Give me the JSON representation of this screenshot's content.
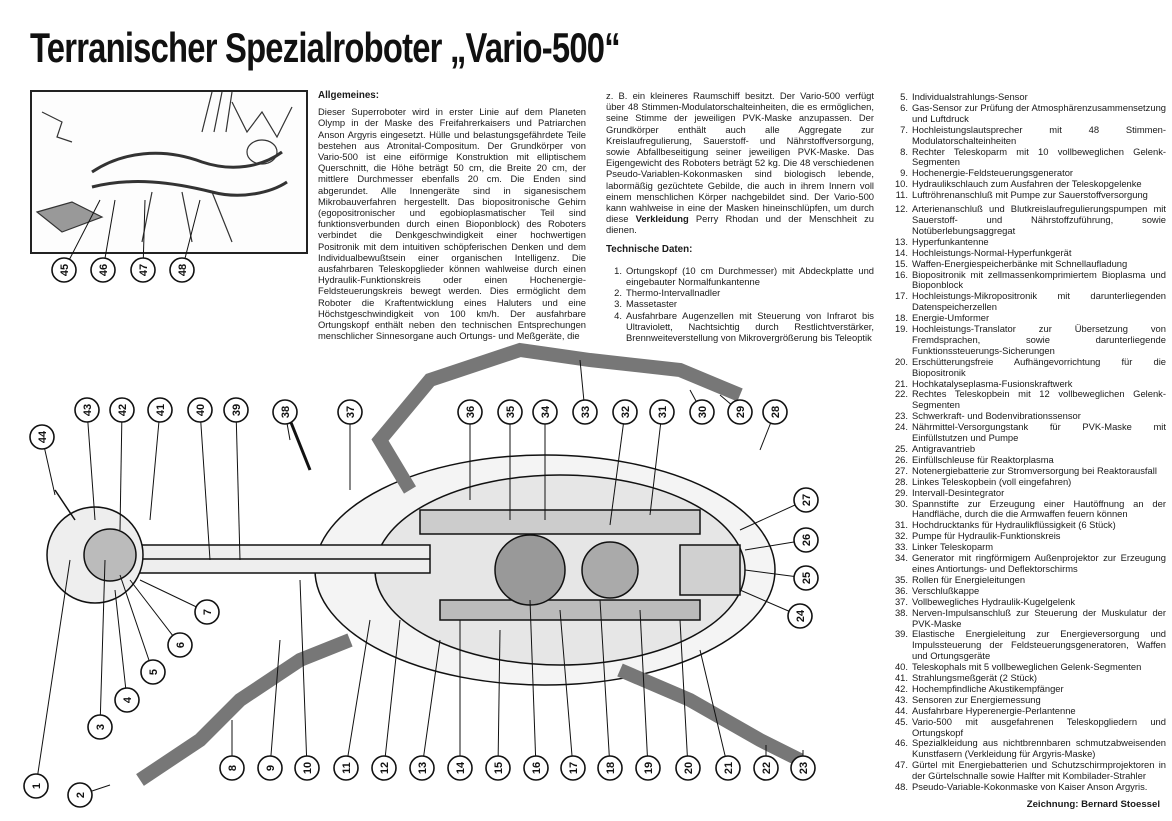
{
  "title": "Terranischer Spezialroboter „Vario-500“",
  "general": {
    "heading": "Allgemeines:",
    "paragraph1": "Dieser Superroboter wird in erster Linie auf dem Planeten Olymp in der Maske des Freifahrerkaisers und Patriarchen Anson Argyris eingesetzt. Hülle und belastungsgefährdete Teile bestehen aus Atronital-Compositum. Der Grundkörper von Vario-500 ist eine eiförmige Konstruktion mit elliptischem Querschnitt, die Höhe beträgt 50 cm, die Breite 20 cm, der mittlere Durchmesser ebenfalls 20 cm. Die Enden sind abgerundet. Alle Innengeräte sind in siganesischem Mikrobauverfahren hergestellt. Das biopositronische Gehirn (egopositronischer und egobioplasmatischer Teil sind funktionsverbunden durch einen Bioponblock) des Roboters verbindet die Denkgeschwindigkeit einer hochwertigen Positronik mit dem intuitiven schöpferischen Denken und dem Individualbewußtsein einer organischen Intelligenz. Die ausfahrbaren Teleskopglieder können wahlweise durch einen Hydraulik-Funktionskreis oder einen Hochenergie-Feldsteuerungskreis bewegt werden. Dies ermöglicht dem Roboter die Kraftentwicklung eines Haluters und eine Höchstgeschwindigkeit von 100 km/h. Der ausfahrbare Ortungskopf enthält neben den technischen Entsprechungen menschlicher Sinnesorgane auch Ortungs- und Meßgeräte, die",
    "paragraph2_start": "z. B. ein kleineres Raumschiff besitzt. Der Vario-500 verfügt über 48 Stimmen-Modulatorschalteinheiten, die es ermöglichen, seine Stimme der jeweiligen PVK-Maske anzupassen. Der Grundkörper enthält auch alle Aggregate zur Kreislaufregulierung, Sauerstoff- und Nährstoffversorgung, sowie Abfallbeseitigung seiner jeweiligen PVK-Maske. Das Eigengewicht des Roboters beträgt 52 kg. Die 48 verschiedenen Pseudo-Variablen-Kokonmasken sind biologisch lebende, labormäßig gezüchtete Gebilde, die auch in ihrem Innern voll einem menschlichen Körper nachgebildet sind. Der Vario-500 kann wahlweise in eine der Masken hineinschlüpfen, um durch diese",
    "emphasis": "Verkleidung",
    "paragraph2_end": "Perry Rhodan und der Menschheit zu dienen."
  },
  "tech": {
    "heading": "Technische Daten:",
    "items": [
      {
        "n": "1.",
        "t": "Ortungskopf (10 cm Durchmesser) mit Abdeckplatte und eingebauter Normalfunkantenne"
      },
      {
        "n": "2.",
        "t": "Thermo-Intervallnadler"
      },
      {
        "n": "3.",
        "t": "Massetaster"
      },
      {
        "n": "4.",
        "t": "Ausfahrbare Augenzellen mit Steuerung von Infrarot bis Ultraviolett, Nachtsichtig durch Restlichtverstärker, Brennweiteverstellung von Mikrovergrößerung bis Teleoptik"
      },
      {
        "n": "5.",
        "t": "Individualstrahlungs-Sensor"
      },
      {
        "n": "6.",
        "t": "Gas-Sensor zur Prüfung der Atmosphärenzusammensetzung und Luftdruck"
      },
      {
        "n": "7.",
        "t": "Hochleistungslautsprecher mit 48 Stimmen-Modulatorschalteinheiten"
      },
      {
        "n": "8.",
        "t": "Rechter Teleskoparm mit 10 vollbeweglichen Gelenk-Segmenten"
      },
      {
        "n": "9.",
        "t": "Hochenergie-Feldsteuerungsgenerator"
      },
      {
        "n": "10.",
        "t": "Hydraulikschlauch zum Ausfahren der Teleskopgelenke"
      },
      {
        "n": "11.",
        "t": "Luftröhrenanschluß mit Pumpe zur Sauerstoffversorgung"
      },
      {
        "n": "12.",
        "t": "Arterienanschluß und Blutkreislaufregulierungspumpen mit Sauerstoff- und Nährstoffzuführung, sowie Notüberlebungsaggregat"
      },
      {
        "n": "13.",
        "t": "Hyperfunkantenne"
      },
      {
        "n": "14.",
        "t": "Hochleistungs-Normal-Hyperfunkgerät"
      },
      {
        "n": "15.",
        "t": "Waffen-Energiespeicherbänke mit Schnellaufladung"
      },
      {
        "n": "16.",
        "t": "Biopositronik mit zellmassenkomprimiertem Bioplasma und Bioponblock"
      },
      {
        "n": "17.",
        "t": "Hochleistungs-Mikropositronik mit darunterliegenden Datenspeicherzellen"
      },
      {
        "n": "18.",
        "t": "Energie-Umformer"
      },
      {
        "n": "19.",
        "t": "Hochleistungs-Translator zur Übersetzung von Fremdsprachen, sowie darunterliegende Funktionssteuerungs-Sicherungen"
      },
      {
        "n": "20.",
        "t": "Erschütterungsfreie Aufhängevorrichtung für die Biopositronik"
      },
      {
        "n": "21.",
        "t": "Hochkatalyseplasma-Fusionskraftwerk"
      },
      {
        "n": "22.",
        "t": "Rechtes Teleskopbein mit 12 vollbeweglichen Gelenk-Segmenten"
      },
      {
        "n": "23.",
        "t": "Schwerkraft- und Bodenvibrationssensor"
      },
      {
        "n": "24.",
        "t": "Nährmittel-Versorgungstank für PVK-Maske mit Einfüllstutzen und Pumpe"
      },
      {
        "n": "25.",
        "t": "Antigravantrieb"
      },
      {
        "n": "26.",
        "t": "Einfüllschleuse für Reaktorplasma"
      },
      {
        "n": "27.",
        "t": "Notenergiebatterie zur Stromversorgung bei Reaktorausfall"
      },
      {
        "n": "28.",
        "t": "Linkes Teleskopbein (voll eingefahren)"
      },
      {
        "n": "29.",
        "t": "Intervall-Desintegrator"
      },
      {
        "n": "30.",
        "t": "Spannstifte zur Erzeugung einer Hautöffnung an der Handfläche, durch die die Armwaffen feuern können"
      },
      {
        "n": "31.",
        "t": "Hochdrucktanks für Hydraulikflüssigkeit (6 Stück)"
      },
      {
        "n": "32.",
        "t": "Pumpe für Hydraulik-Funktionskreis"
      },
      {
        "n": "33.",
        "t": "Linker Teleskoparm"
      },
      {
        "n": "34.",
        "t": "Generator mit ringförmigem Außenprojektor zur Erzeugung eines Antiortungs- und Deflektorschirms"
      },
      {
        "n": "35.",
        "t": "Rollen für Energieleitungen"
      },
      {
        "n": "36.",
        "t": "Verschlußkappe"
      },
      {
        "n": "37.",
        "t": "Vollbewegliches Hydraulik-Kugelgelenk"
      },
      {
        "n": "38.",
        "t": "Nerven-Impulsanschluß zur Steuerung der Muskulatur der PVK-Maske"
      },
      {
        "n": "39.",
        "t": "Elastische Energieleitung zur Energieversorgung und Impulssteuerung der Feldsteuerungsgeneratoren, Waffen und Ortungsgeräte"
      },
      {
        "n": "40.",
        "t": "Teleskophals mit 5 vollbeweglichen Gelenk-Segmenten"
      },
      {
        "n": "41.",
        "t": "Strahlungsmeßgerät (2 Stück)"
      },
      {
        "n": "42.",
        "t": "Hochempfindliche Akustikempfänger"
      },
      {
        "n": "43.",
        "t": "Sensoren zur Energiemessung"
      },
      {
        "n": "44.",
        "t": "Ausfahrbare Hyperenergie-Perlantenne"
      },
      {
        "n": "45.",
        "t": "Vario-500 mit ausgefahrenen Teleskopgliedern und Ortungskopf"
      },
      {
        "n": "46.",
        "t": "Spezialkleidung aus nichtbrennbaren schmutzabweisenden Kunstfasern (Verkleidung für Argyris-Maske)"
      },
      {
        "n": "47.",
        "t": "Gürtel mit Energiebatterien und Schutzschirmprojektoren in der Gürtelschnalle sowie Halfter mit Kombilader-Strahler"
      },
      {
        "n": "48.",
        "t": "Pseudo-Variable-Kokonmaske von Kaiser Anson Argyris."
      }
    ]
  },
  "credit": "Zeichnung: Bernard Stoessel",
  "callouts": [
    "1",
    "2",
    "3",
    "4",
    "5",
    "6",
    "7",
    "8",
    "9",
    "10",
    "11",
    "12",
    "13",
    "14",
    "15",
    "16",
    "17",
    "18",
    "19",
    "20",
    "21",
    "22",
    "23",
    "24",
    "25",
    "26",
    "27",
    "28",
    "29",
    "30",
    "31",
    "32",
    "33",
    "34",
    "35",
    "36",
    "37",
    "38",
    "39",
    "40",
    "41",
    "42",
    "43",
    "44",
    "45",
    "46",
    "47",
    "48"
  ]
}
